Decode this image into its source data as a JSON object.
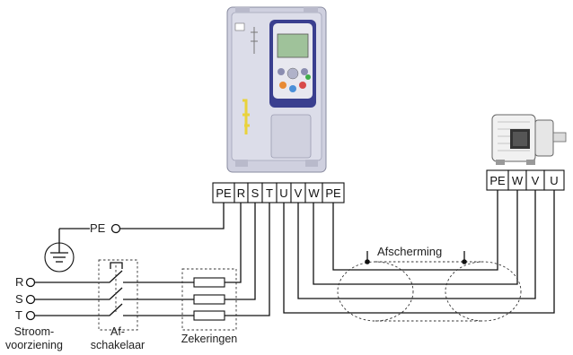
{
  "drive_terminals": [
    "PE",
    "R",
    "S",
    "T",
    "U",
    "V",
    "W",
    "PE"
  ],
  "motor_terminals": [
    "PE",
    "W",
    "V",
    "U"
  ],
  "pe_label": "PE",
  "shield_label": "Afscherming",
  "phase_labels": [
    "R",
    "S",
    "T"
  ],
  "supply_label": [
    "Stroom-",
    "voorziening"
  ],
  "disconnect_label": [
    "Af-",
    "schakelaar"
  ],
  "fuses_label": "Zekeringen",
  "colors": {
    "line": "#111111",
    "drive_body": "#d5d5e4",
    "keypad_ring": "#3a3f8f",
    "display": "#9fc29a"
  }
}
